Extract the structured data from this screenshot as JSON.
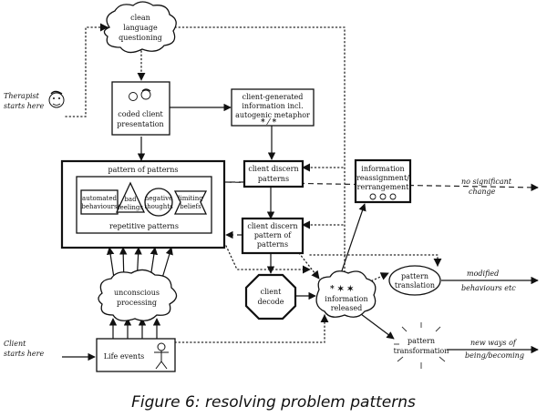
{
  "nodes": {
    "clean_language": [
      "clean",
      "language",
      "questioning"
    ],
    "coded_client": [
      "coded client",
      "presentation"
    ],
    "client_generated": [
      "client-generated",
      "information incl.",
      "autogenic metaphor"
    ],
    "pattern_of_patterns": "pattern of patterns",
    "automated_behaviours": [
      "automated",
      "behaviours"
    ],
    "bad_feelings": [
      "bad",
      "feelings"
    ],
    "negative_thoughts": [
      "negative",
      "thoughts"
    ],
    "limiting_beliefs": [
      "limiting",
      "beliefs"
    ],
    "repetitive_patterns": "repetitive patterns",
    "client_discern_patterns": [
      "client discern",
      "patterns"
    ],
    "client_discern_pop": [
      "client discern",
      "pattern of",
      "patterns"
    ],
    "information_reassignment": [
      "information",
      "reassignment/",
      "rerrangement"
    ],
    "pattern_translation": [
      "pattern",
      "translation"
    ],
    "client_decode": [
      "client",
      "decode"
    ],
    "information_released": [
      "information",
      "released"
    ],
    "pattern_transformation": [
      "pattern",
      "transformation"
    ],
    "unconscious_processing": [
      "unconscious",
      "processing"
    ],
    "life_events": "Life events"
  },
  "outcomes": {
    "no_change": [
      "no significant",
      "change"
    ],
    "modified": [
      "modified",
      "behaviours etc"
    ],
    "new_ways": [
      "new ways of",
      "being/becoming"
    ]
  },
  "starts": {
    "therapist": [
      "Therapist",
      "starts here"
    ],
    "client": [
      "Client",
      "starts here"
    ]
  },
  "caption": "Figure 6: resolving problem patterns"
}
